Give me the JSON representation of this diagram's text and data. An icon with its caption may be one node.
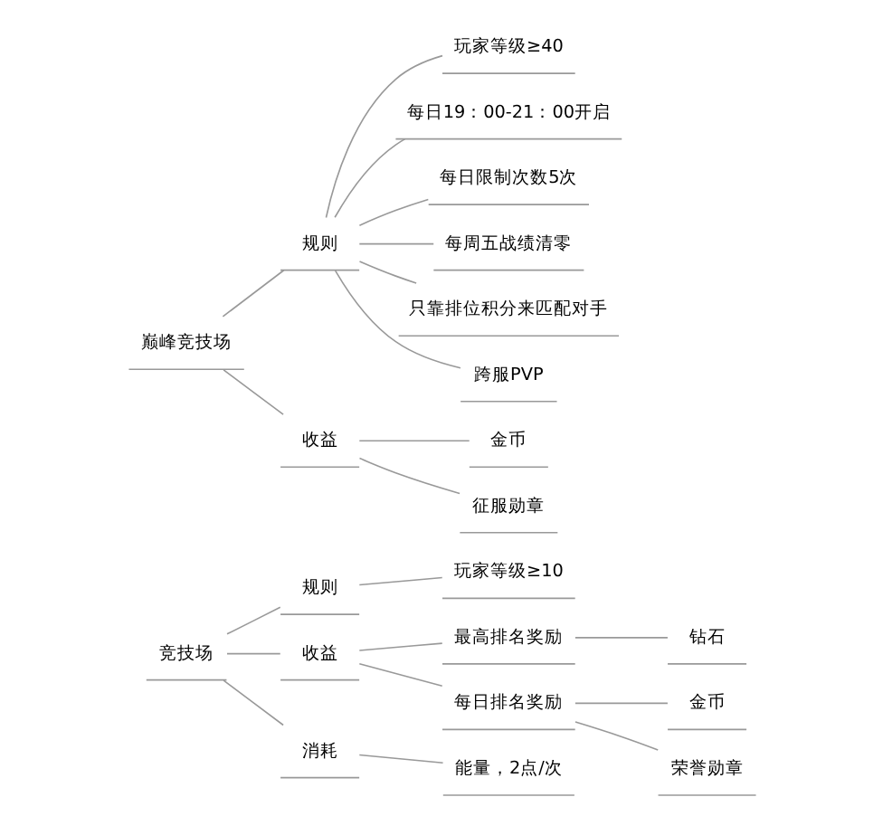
{
  "diagram": {
    "nodes": [
      {
        "text": [
          "竞技场"
        ]
      },
      {
        "text": [
          "规则"
        ]
      },
      {
        "text": [
          "玩家等级≥10"
        ]
      },
      {
        "text": [
          "收益"
        ]
      },
      {
        "text": [
          "最高排名奖励"
        ]
      },
      {
        "text": [
          "钻石"
        ]
      },
      {
        "text": [
          "每日排名奖励"
        ]
      },
      {
        "text": [
          "金币"
        ]
      },
      {
        "text": [
          "荣誉勋章"
        ]
      },
      {
        "text": [
          "消耗"
        ]
      },
      {
        "text": [
          "能量，2点/次"
        ]
      },
      {
        "text": [
          "巅峰竞技场"
        ]
      },
      {
        "text": [
          "规则"
        ]
      },
      {
        "text": [
          "玩家等级≥40"
        ]
      },
      {
        "text": [
          "每日19：00-21：00开启"
        ]
      },
      {
        "text": [
          "每日限制次数5次"
        ]
      },
      {
        "text": [
          "每周五战绩清零"
        ]
      },
      {
        "text": [
          "只靠排位积分来匹配对手"
        ]
      },
      {
        "text": [
          "跨服PVP"
        ]
      },
      {
        "text": [
          "收益"
        ]
      },
      {
        "text": [
          "金币"
        ]
      },
      {
        "text": [
          "征服勋章"
        ]
      }
    ],
    "edges": [
      {
        "from": 0,
        "to": 1,
        "arrow": "none"
      },
      {
        "from": 1,
        "to": 2,
        "arrow": "none"
      },
      {
        "from": 0,
        "to": 3,
        "arrow": "none"
      },
      {
        "from": 3,
        "to": 4,
        "arrow": "none"
      },
      {
        "from": 4,
        "to": 5,
        "arrow": "none"
      },
      {
        "from": 3,
        "to": 6,
        "arrow": "none"
      },
      {
        "from": 6,
        "to": 7,
        "arrow": "none"
      },
      {
        "from": 6,
        "to": 8,
        "arrow": "none"
      },
      {
        "from": 0,
        "to": 9,
        "arrow": "none"
      },
      {
        "from": 9,
        "to": 10,
        "arrow": "none"
      },
      {
        "from": 11,
        "to": 12,
        "arrow": "none"
      },
      {
        "from": 12,
        "to": 13,
        "arrow": "none"
      },
      {
        "from": 12,
        "to": 14,
        "arrow": "none"
      },
      {
        "from": 12,
        "to": 15,
        "arrow": "none"
      },
      {
        "from": 12,
        "to": 16,
        "arrow": "none"
      },
      {
        "from": 12,
        "to": 17,
        "arrow": "none"
      },
      {
        "from": 12,
        "to": 18,
        "arrow": "none"
      },
      {
        "from": 11,
        "to": 19,
        "arrow": "none"
      },
      {
        "from": 19,
        "to": 20,
        "arrow": "none"
      },
      {
        "from": 19,
        "to": 21,
        "arrow": "none"
      }
    ]
  }
}
